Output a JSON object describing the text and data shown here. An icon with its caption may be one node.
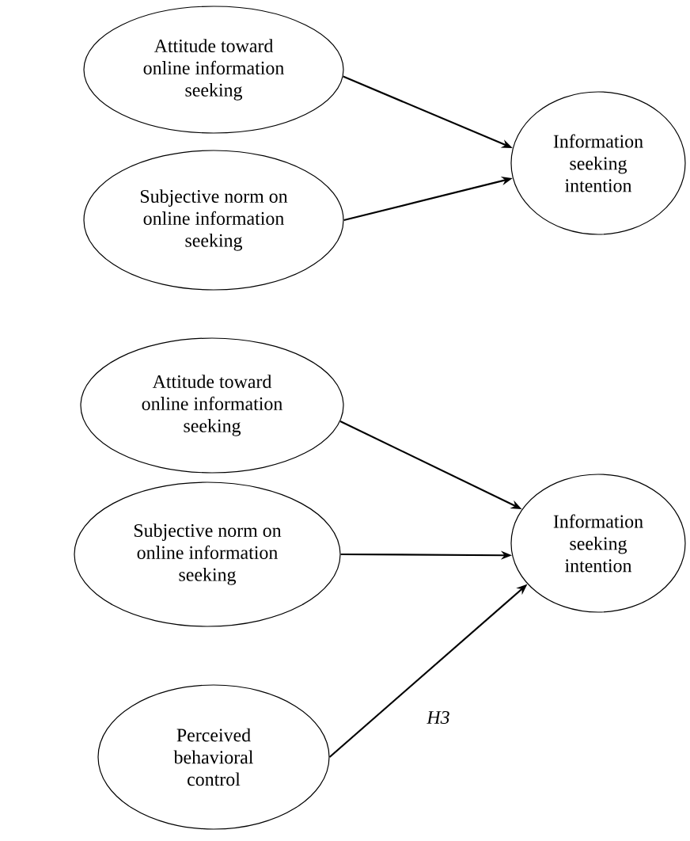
{
  "diagram": {
    "nodes": [
      {
        "text": [
          "Attitude toward online information seeking"
        ]
      },
      {
        "text": [
          "Subjective norm on online information seeking"
        ]
      },
      {
        "text": [
          "Information seeking intention"
        ]
      },
      {
        "text": [
          "Attitude toward online information seeking"
        ]
      },
      {
        "text": [
          "Subjective norm on online information seeking"
        ]
      },
      {
        "text": [
          "Information seeking intention"
        ]
      },
      {
        "text": [
          "Perceived behavioral control"
        ]
      }
    ],
    "edges": [
      {
        "from": 0,
        "to": 2,
        "arrow": "to"
      },
      {
        "from": 1,
        "to": 2,
        "arrow": "to"
      },
      {
        "from": 3,
        "to": 5,
        "arrow": "to"
      },
      {
        "from": 4,
        "to": 5,
        "arrow": "to"
      },
      {
        "from": 6,
        "to": 5,
        "arrow": "to",
        "label": "H3"
      }
    ]
  }
}
